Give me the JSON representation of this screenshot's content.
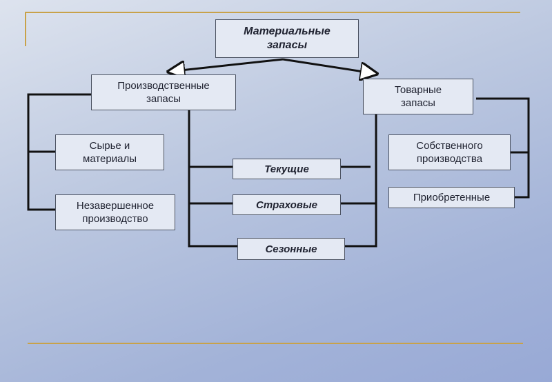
{
  "diagram": {
    "root": "Материальные\nзапасы",
    "production": "Производственные\nзапасы",
    "goods": "Товарные\nзапасы",
    "raw": "Сырье и\nматериалы",
    "wip": "Незавершенное\nпроизводство",
    "current": "Текущие",
    "insurance": "Страховые",
    "seasonal": "Сезонные",
    "own": "Собственного\nпроизводства",
    "purchased": "Приобретенные"
  },
  "colors": {
    "accent_line": "#c8a24a",
    "box_fill": "#e4e9f3",
    "connector": "#111111"
  }
}
